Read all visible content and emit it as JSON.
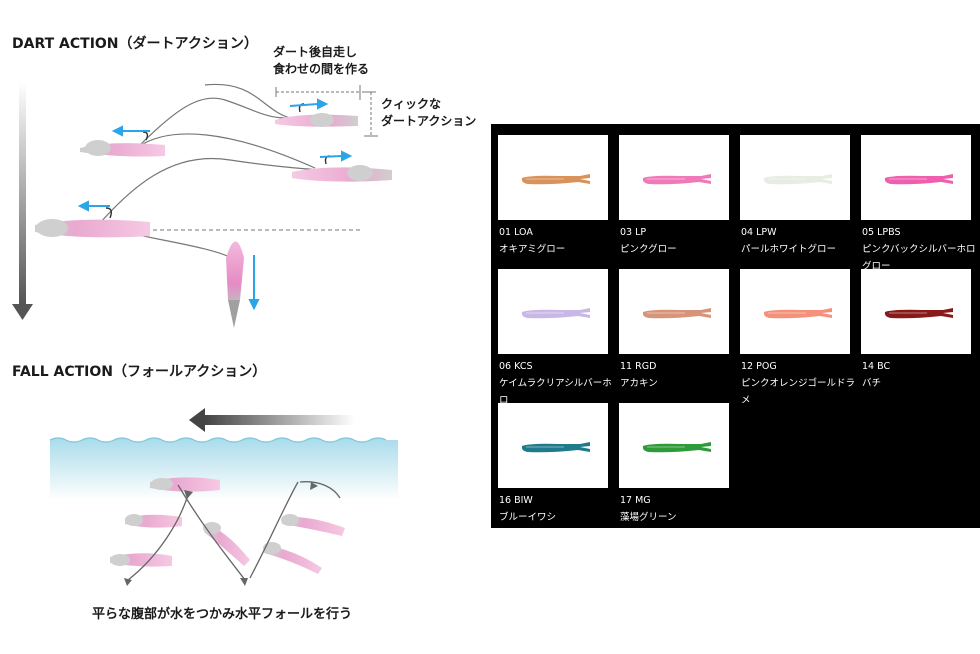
{
  "dart": {
    "title": "DART ACTION（ダートアクション）",
    "note_top_line1": "ダート後自走し",
    "note_top_line2": "食わせの間を作る",
    "note_right_line1": "クィックな",
    "note_right_line2": "ダートアクション"
  },
  "fall": {
    "title": "FALL ACTION（フォールアクション）",
    "caption": "平らな腹部が水をつかみ水平フォールを行う"
  },
  "colors": [
    {
      "code": "01 LOA",
      "name": "オキアミグロー",
      "color": "#d9935a"
    },
    {
      "code": "03 LP",
      "name": "ピンクグロー",
      "color": "#f07ab8"
    },
    {
      "code": "04 LPW",
      "name": "パールホワイトグロー",
      "color": "#e8ede4"
    },
    {
      "code": "05 LPBS",
      "name": "ピンクバックシルバーホログロー",
      "color": "#ef5fae"
    },
    {
      "code": "06 KCS",
      "name": "ケイムラクリアシルバーホロ",
      "color": "#c9b8e6"
    },
    {
      "code": "11 RGD",
      "name": "アカキン",
      "color": "#d8947a"
    },
    {
      "code": "12 POG",
      "name": "ピンクオレンジゴールドラメ",
      "color": "#f5907a"
    },
    {
      "code": "14 BC",
      "name": "バチ",
      "color": "#8a1a1a"
    },
    {
      "code": "16 BIW",
      "name": "ブルーイワシ",
      "color": "#1f7a8c"
    },
    {
      "code": "17 MG",
      "name": "藻場グリーン",
      "color": "#2f9a3a"
    }
  ]
}
